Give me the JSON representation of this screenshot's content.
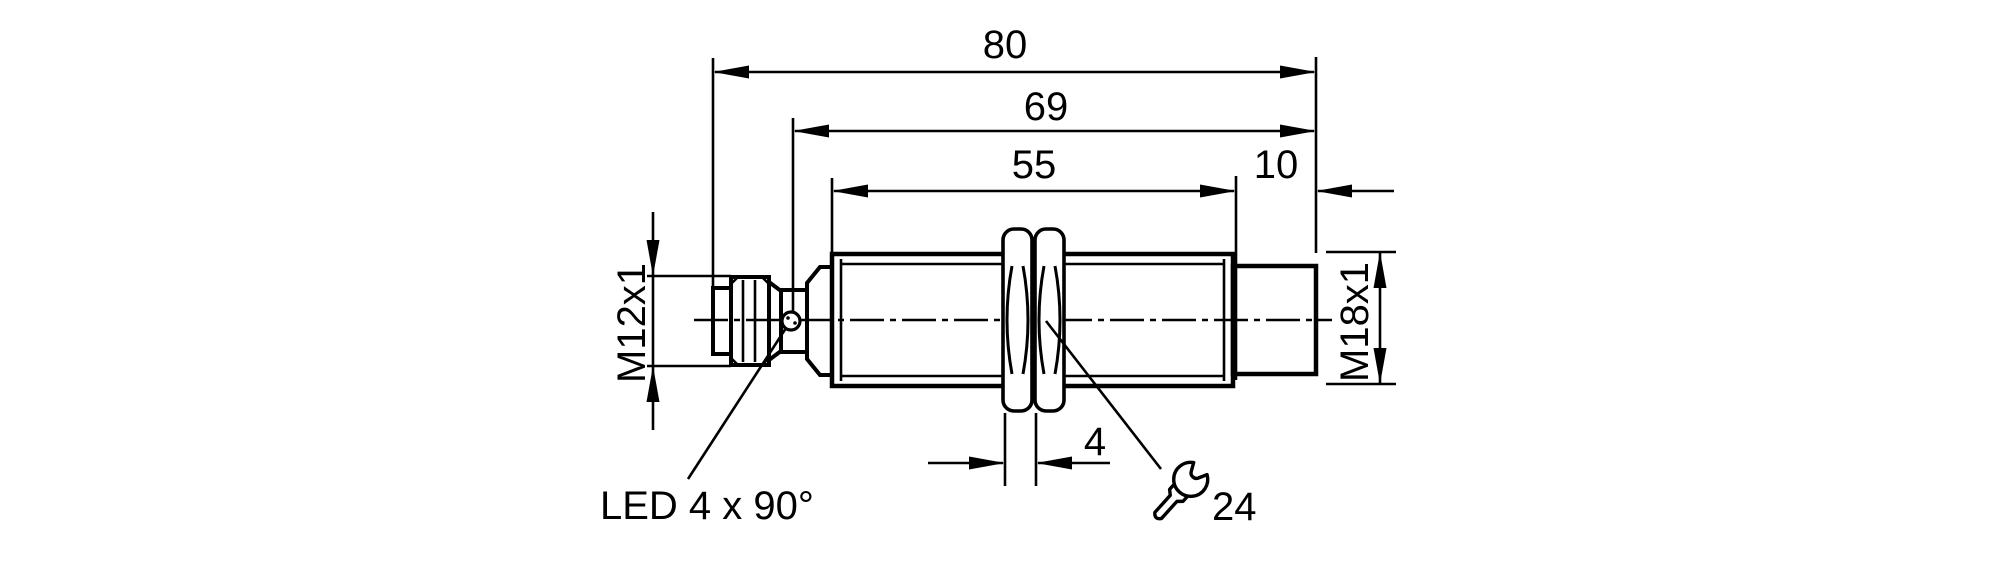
{
  "diagram": {
    "background_color": "#ffffff",
    "line_color": "#000000",
    "dim_labels": {
      "overall_length": "80",
      "body_length": "69",
      "thread_length": "55",
      "head_length": "10",
      "nut_thickness": "4"
    },
    "thread_labels": {
      "connector": "M12x1",
      "barrel": "M18x1"
    },
    "led_label": "LED 4 x 90°",
    "wrench_size": "24",
    "icons": [
      "wrench-icon",
      "led-indicator"
    ]
  }
}
